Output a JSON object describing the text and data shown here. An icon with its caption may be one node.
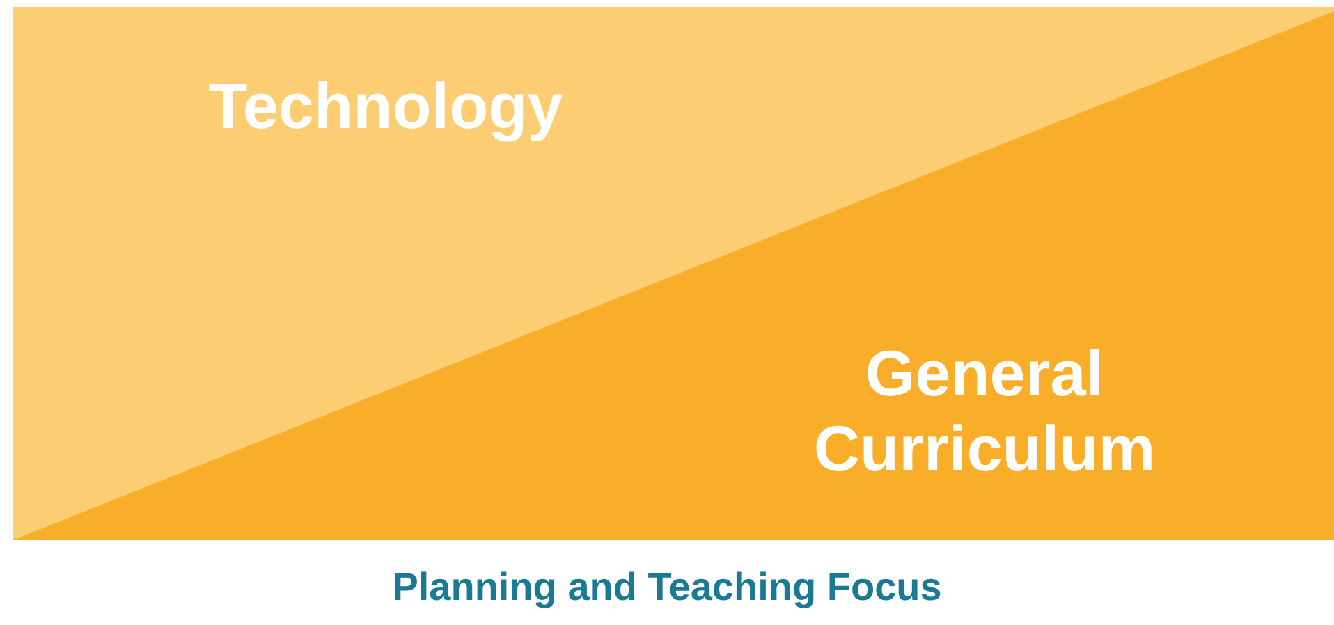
{
  "diagram": {
    "caption": "Planning and Teaching Focus",
    "nodes": [
      {
        "text": [
          "Technology"
        ]
      },
      {
        "text": [
          "General Curriculum"
        ]
      }
    ]
  }
}
